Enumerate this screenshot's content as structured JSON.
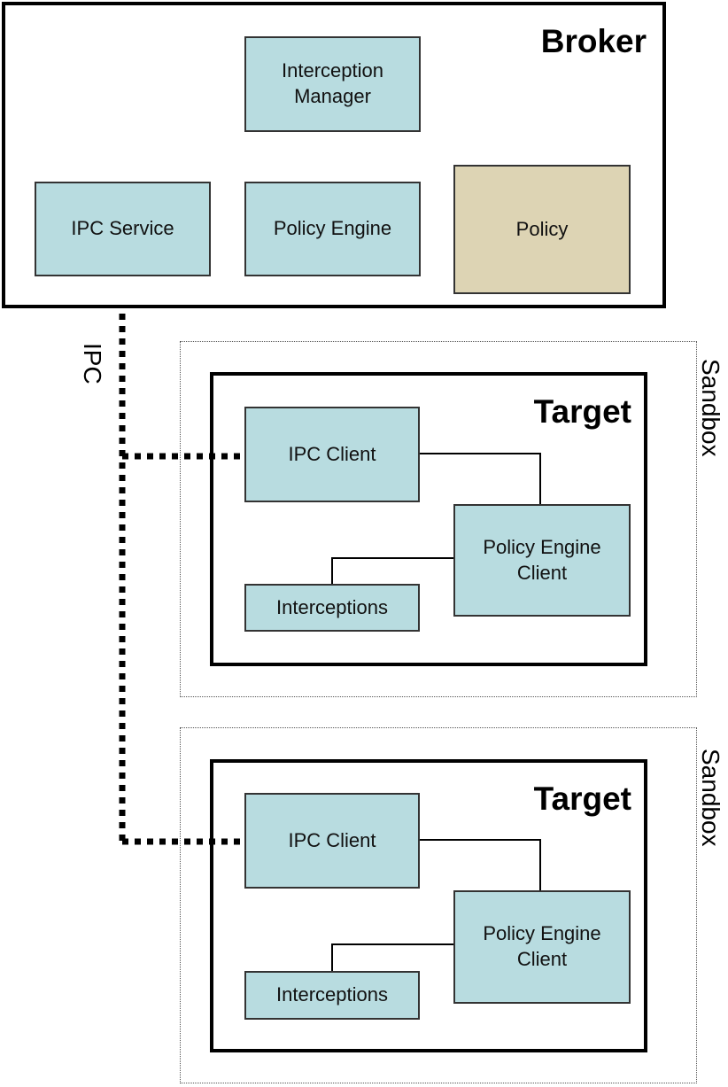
{
  "colors": {
    "component_fill": "#b8dce0",
    "policy_fill": "#ddd4b4",
    "border": "#000000"
  },
  "broker": {
    "title": "Broker",
    "interception_manager": "Interception\nManager",
    "ipc_service": "IPC Service",
    "policy_engine": "Policy Engine",
    "policy": "Policy"
  },
  "ipc_label": "IPC",
  "sandboxes": [
    {
      "label": "Sandbox",
      "target_title": "Target",
      "ipc_client": "IPC Client",
      "policy_engine_client": "Policy Engine\nClient",
      "interceptions": "Interceptions"
    },
    {
      "label": "Sandbox",
      "target_title": "Target",
      "ipc_client": "IPC Client",
      "policy_engine_client": "Policy Engine\nClient",
      "interceptions": "Interceptions"
    }
  ]
}
